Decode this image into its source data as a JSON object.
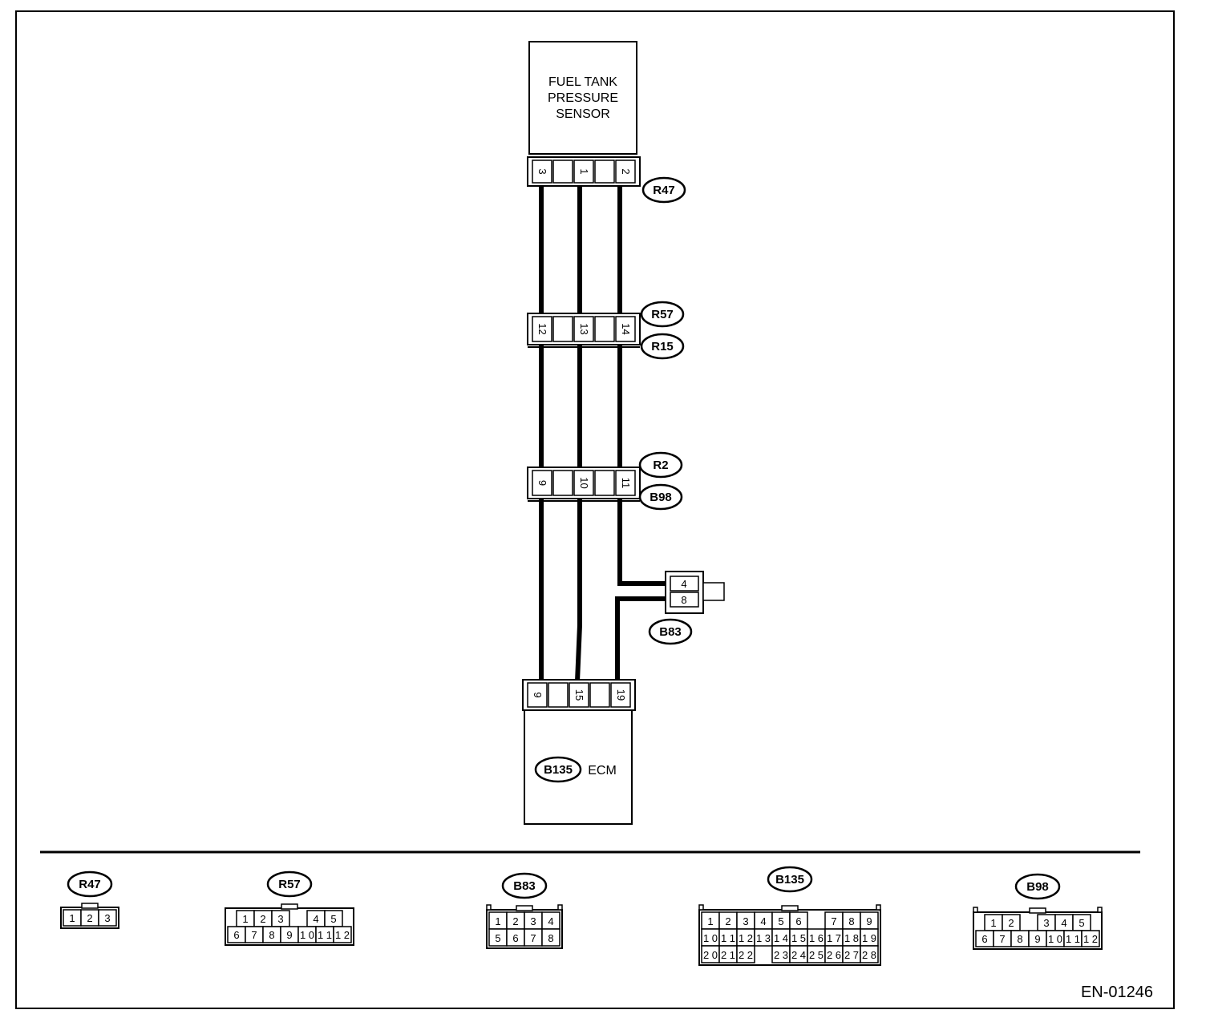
{
  "sensor": {
    "lines": [
      "FUEL TANK",
      "PRESSURE",
      "SENSOR"
    ]
  },
  "ecm": {
    "connector": "B135",
    "name": "ECM"
  },
  "connectors": {
    "r47": {
      "label": "R47",
      "pins": [
        "3",
        "",
        "1",
        "",
        "2"
      ]
    },
    "r57_r15": {
      "labels": [
        "R57",
        "R15"
      ],
      "pins": [
        "12",
        "",
        "13",
        "",
        "14"
      ]
    },
    "r2_b98": {
      "labels": [
        "R2",
        "B98"
      ],
      "pins": [
        "9",
        "",
        "10",
        "",
        "11"
      ]
    },
    "b83": {
      "label": "B83",
      "pins": [
        "4",
        "8"
      ]
    },
    "b135": {
      "pins": [
        "9",
        "",
        "15",
        "",
        "19"
      ]
    }
  },
  "views": {
    "r47": {
      "label": "R47",
      "rows": [
        [
          "1",
          "2",
          "3"
        ]
      ]
    },
    "r57": {
      "label": "R57",
      "rows": [
        [
          "1",
          "2",
          "3",
          "",
          "4",
          "5"
        ],
        [
          "6",
          "7",
          "8",
          "9",
          "10",
          "11",
          "12"
        ]
      ]
    },
    "b83": {
      "label": "B83",
      "rows": [
        [
          "1",
          "2",
          "3",
          "4"
        ],
        [
          "5",
          "6",
          "7",
          "8"
        ]
      ]
    },
    "b135": {
      "label": "B135",
      "rows": [
        [
          "1",
          "2",
          "3",
          "4",
          "5",
          "6",
          "",
          "7",
          "8",
          "9"
        ],
        [
          "10",
          "11",
          "12",
          "13",
          "14",
          "15",
          "16",
          "17",
          "18",
          "19"
        ],
        [
          "20",
          "21",
          "22",
          "",
          "23",
          "24",
          "25",
          "26",
          "27",
          "28"
        ]
      ]
    },
    "b98": {
      "label": "B98",
      "rows": [
        [
          "1",
          "2",
          "",
          "3",
          "4",
          "5"
        ],
        [
          "6",
          "7",
          "8",
          "9",
          "10",
          "11",
          "12"
        ]
      ]
    }
  },
  "figure_code": "EN-01246"
}
